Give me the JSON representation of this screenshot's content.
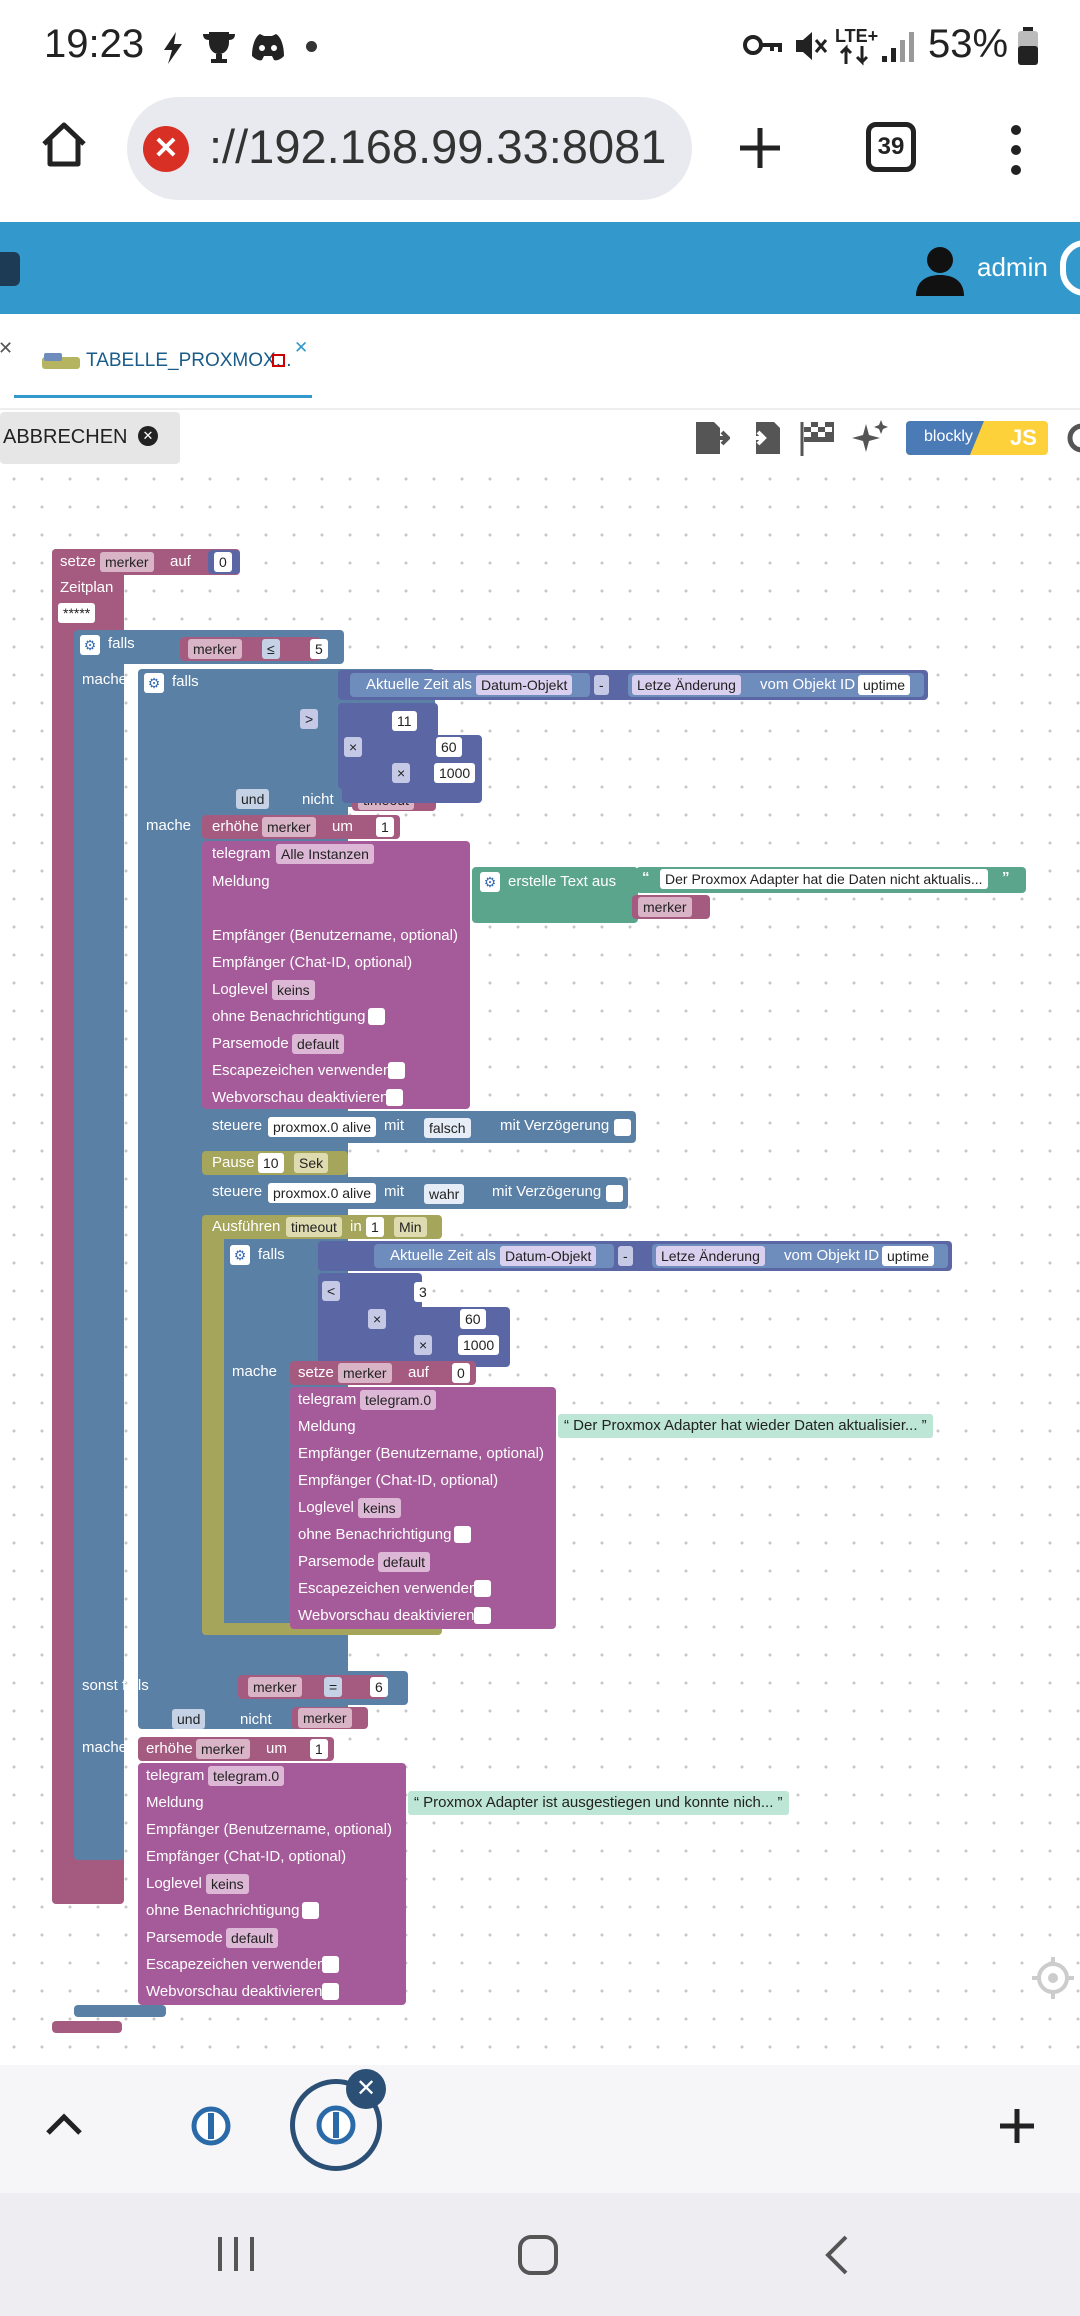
{
  "status_bar": {
    "time": "19:23",
    "battery": "53%",
    "network": "LTE+"
  },
  "browser": {
    "url": "://192.168.99.33:8081",
    "tab_count": "39"
  },
  "header": {
    "user": "admin"
  },
  "editor": {
    "tab_title": "TABELLE_PROXMOX...",
    "cancel_label": "ABBRECHEN",
    "mode_label_1": "blockly",
    "mode_label_2": "JS"
  },
  "blocks": {
    "setze": "setze",
    "merker": "merker",
    "auf": "auf",
    "zero": "0",
    "zeitplan": "Zeitplan",
    "cron": "*****",
    "falls": "falls",
    "mache": "mache",
    "le": "≤",
    "five": "5",
    "aktuelle_zeit_als": "Aktuelle Zeit als",
    "datum_objekt": "Datum-Objekt",
    "minus": "-",
    "letzte_aenderung": "Letze Änderung",
    "vom_objekt_id": "vom Objekt ID",
    "uptime": "uptime",
    "gt": ">",
    "eleven": "11",
    "times": "×",
    "sixty": "60",
    "thousand": "1000",
    "und": "und",
    "nicht": "nicht",
    "timeout": "timeout",
    "erhoehe": "erhöhe",
    "um": "um",
    "one": "1",
    "telegram": "telegram",
    "alle_instanzen": "Alle Instanzen",
    "meldung": "Meldung",
    "erstelle_text_aus": "erstelle Text aus",
    "msg1": "Der Proxmox Adapter hat die Daten nicht aktualis...",
    "empf_user": "Empfänger (Benutzername, optional)",
    "empf_chat": "Empfänger (Chat-ID, optional)",
    "loglevel": "Loglevel",
    "keins": "keins",
    "ohne_ben": "ohne Benachrichtigung",
    "parsemode": "Parsemode",
    "default": "default",
    "escape": "Escapezeichen verwenden",
    "webvorschau": "Webvorschau deaktivieren",
    "steuere": "steuere",
    "proxmox_alive": "proxmox.0 alive",
    "mit": "mit",
    "falsch": "falsch",
    "mit_verz": "mit Verzögerung",
    "pause": "Pause",
    "ten": "10",
    "sek": "Sek",
    "wahr": "wahr",
    "ausfuehren": "Ausführen",
    "in": "in",
    "min": "Min",
    "lt": "<",
    "three": "3",
    "telegram0": "telegram.0",
    "msg2": "Der Proxmox Adapter hat wieder Daten aktualisier...",
    "sonst_falls": "sonst falls",
    "eq": "=",
    "six": "6",
    "msg3": "Proxmox Adapter ist ausgestiegen und konnte nich..."
  },
  "colors": {
    "accent": "#3399cc",
    "var": "#a55b80",
    "logic": "#5b80a5",
    "math": "#5b67a5",
    "telegram": "#a55b99",
    "timer": "#a5a55b",
    "text": "#5ba58c"
  }
}
